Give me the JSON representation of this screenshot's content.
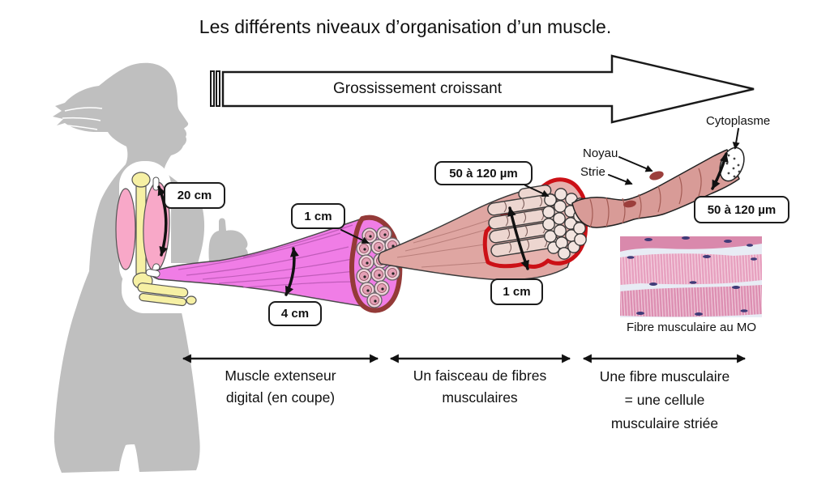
{
  "title": "Les différents niveaux d’organisation d’un muscle.",
  "magnification_arrow_label": "Grossissement croissant",
  "measurements": {
    "muscle_length": "20 cm",
    "fascicle_callout": "1 cm",
    "muscle_diameter": "4 cm",
    "fiber_callout": "50 à 120 µm",
    "fascicle_diameter": "1 cm",
    "fiber_diameter": "50 à 120 µm"
  },
  "fiber_annotations": {
    "cytoplasm": "Cytoplasme",
    "nucleus": "Noyau",
    "striation": "Strie"
  },
  "micrograph_caption": "Fibre musculaire au MO",
  "sections": [
    {
      "lines": [
        "Muscle extenseur",
        "digital (en coupe)"
      ]
    },
    {
      "lines": [
        "Un faisceau de fibres",
        "musculaires"
      ]
    },
    {
      "lines": [
        "Une fibre musculaire",
        "= une cellule",
        "musculaire striée"
      ]
    }
  ],
  "colors": {
    "silhouette_gray": "#BFBFBF",
    "muscle_magenta": "#F07DE6",
    "muscle_cut_rim": "#943A38",
    "fascicle_outline_red": "#CC1016",
    "fascicle_rose": "#DFA6A2",
    "fiber_rose": "#D89B97",
    "bone_yellow": "#F6F0A4",
    "arm_muscle_pink": "#F8A8C8",
    "histology_pink": "#E7A0BF",
    "histology_nuclei": "#3F3B78"
  }
}
